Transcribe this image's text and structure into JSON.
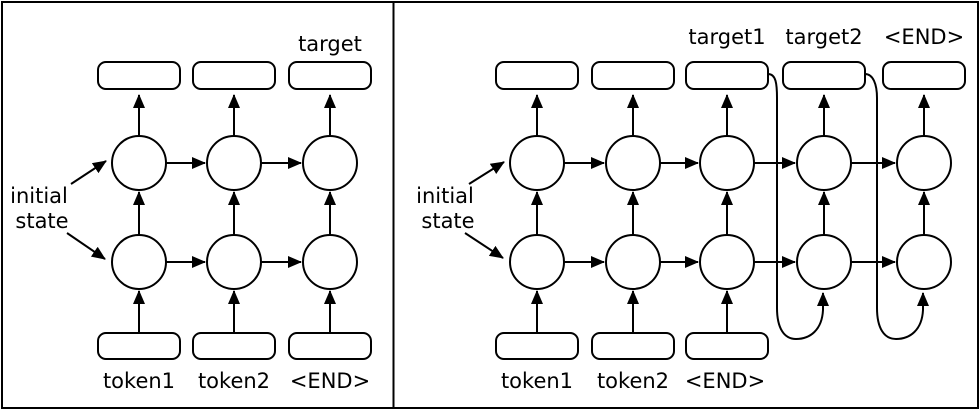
{
  "diagram": {
    "colors": {
      "background": "#ffffff",
      "line": "#000000",
      "text": "#000000"
    },
    "left_panel": {
      "top_labels": [
        "target"
      ],
      "initial_state": [
        "initial",
        "state"
      ],
      "bottom_labels": [
        "token1",
        "token2",
        "<END>"
      ]
    },
    "right_panel": {
      "top_labels": [
        "target1",
        "target2",
        "<END>"
      ],
      "initial_state": [
        "initial",
        "state"
      ],
      "bottom_labels": [
        "token1",
        "token2",
        "<END>"
      ]
    }
  }
}
